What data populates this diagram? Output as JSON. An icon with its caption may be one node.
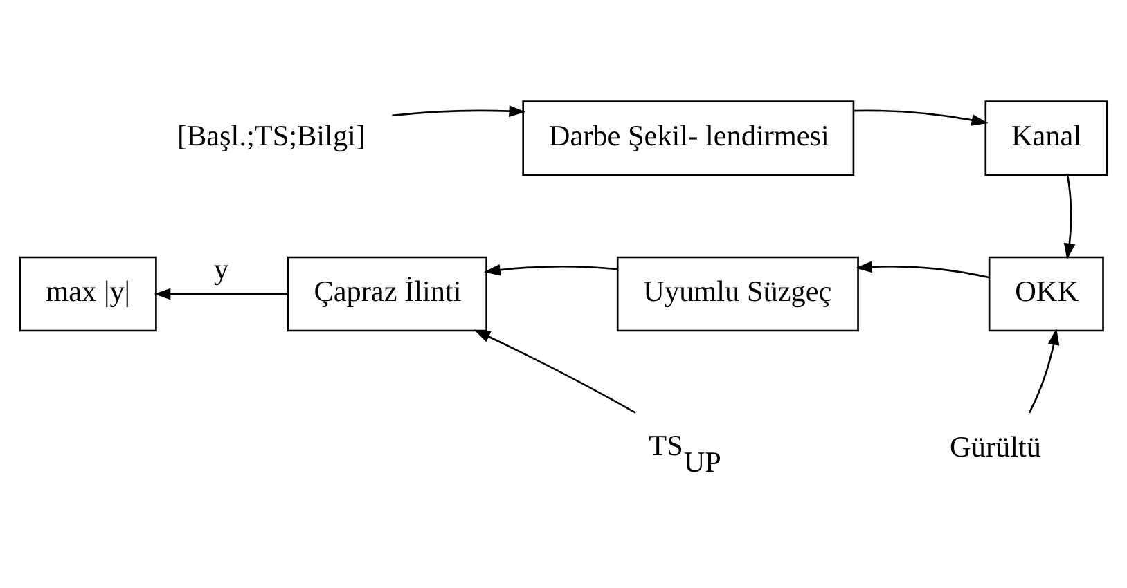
{
  "diagram": {
    "nodes": [
      {
        "text": [
          "[Başl.;TS;Bilgi]"
        ]
      },
      {
        "text": [
          "Darbe Şekil- lendirmesi"
        ]
      },
      {
        "text": [
          "Kanal"
        ]
      },
      {
        "text": [
          "max |y|"
        ]
      },
      {
        "text": [
          "Çapraz İlinti"
        ]
      },
      {
        "text": [
          "Uyumlu Süzgeç"
        ]
      },
      {
        "text": [
          "OKK"
        ]
      },
      {
        "text": [
          "TS$_{UP}$"
        ]
      },
      {
        "text": [
          "Gürültü"
        ]
      }
    ],
    "edges": [
      {
        "from": 0,
        "to": 1,
        "arrow": "to"
      },
      {
        "from": 1,
        "to": 2,
        "arrow": "to"
      },
      {
        "from": 2,
        "to": 6,
        "arrow": "to"
      },
      {
        "from": 6,
        "to": 5,
        "arrow": "to"
      },
      {
        "from": 5,
        "to": 4,
        "arrow": "to"
      },
      {
        "from": 4,
        "to": 3,
        "arrow": "to",
        "label": "y"
      },
      {
        "from": 7,
        "to": 4,
        "arrow": "to"
      },
      {
        "from": 8,
        "to": 6,
        "arrow": "to"
      }
    ]
  }
}
